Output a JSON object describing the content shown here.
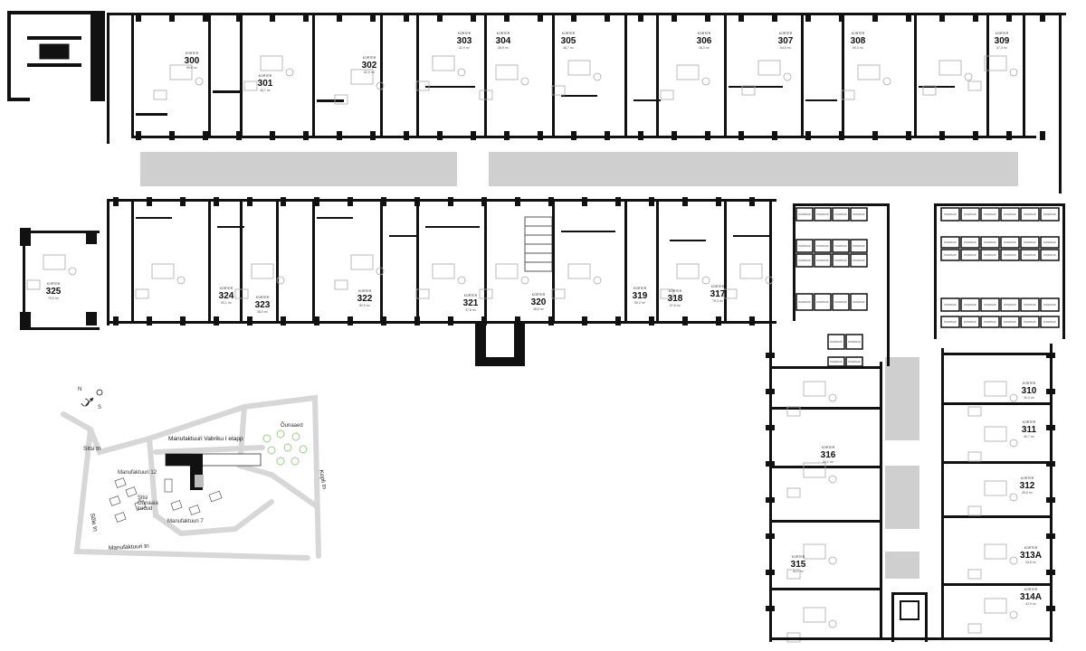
{
  "units": [
    {
      "id": "300",
      "label": "KORTER",
      "area": "59,8 m²"
    },
    {
      "id": "301",
      "label": "KORTER",
      "area": "46,7 m²"
    },
    {
      "id": "302",
      "label": "KORTER",
      "area": "82,9 m²"
    },
    {
      "id": "303",
      "label": "KORTER",
      "area": "42,9 m²"
    },
    {
      "id": "304",
      "label": "KORTER",
      "area": "38,9 m²"
    },
    {
      "id": "305",
      "label": "KORTER",
      "area": "48,7 m²"
    },
    {
      "id": "306",
      "label": "KORTER",
      "area": "48,3 m²"
    },
    {
      "id": "307",
      "label": "KORTER",
      "area": "64,6 m²"
    },
    {
      "id": "308",
      "label": "KORTER",
      "area": "60,3 m²"
    },
    {
      "id": "309",
      "label": "KORTER",
      "area": "37,3 m²"
    },
    {
      "id": "310",
      "label": "KORTER",
      "area": "40,3 m²"
    },
    {
      "id": "311",
      "label": "KORTER",
      "area": "46,7 m²"
    },
    {
      "id": "312",
      "label": "KORTER",
      "area": "39,8 m²"
    },
    {
      "id": "313A",
      "label": "KORTER",
      "area": "33,8 m²"
    },
    {
      "id": "314A",
      "label": "KORTER",
      "area": "42,9 m²"
    },
    {
      "id": "315",
      "label": "KORTER",
      "area": "54,9 m²"
    },
    {
      "id": "316",
      "label": "KORTER",
      "area": "86,1 m²"
    },
    {
      "id": "317",
      "label": "KORTER",
      "area": "75,3 m²"
    },
    {
      "id": "318",
      "label": "KORTER",
      "area": "57,6 m²"
    },
    {
      "id": "319",
      "label": "KORTER",
      "area": "59,2 m²"
    },
    {
      "id": "320",
      "label": "KORTER",
      "area": "38,6 m²"
    },
    {
      "id": "321",
      "label": "KORTER",
      "area": "37,8 m²"
    },
    {
      "id": "322",
      "label": "KORTER",
      "area": "82,9 m²"
    },
    {
      "id": "323",
      "label": "KORTER",
      "area": "38,5 m²"
    },
    {
      "id": "324",
      "label": "KORTER",
      "area": "50,1 m²"
    },
    {
      "id": "325",
      "label": "KORTER",
      "area": "79,0 m²"
    }
  ],
  "storage": {
    "label": "PANIPAIK"
  },
  "compass": {
    "north": "N",
    "south": "S"
  },
  "sitemap": {
    "title": "Manufaktuuri Vabriku I etapp",
    "streets": {
      "sitsi": "Sitsi tn",
      "kopli": "Kopli tn",
      "salme": "Sõle tn",
      "manufaktuuri": "Manufaktuuri tn"
    },
    "labels": {
      "orchard": "Õunaaed",
      "m12": "Manufaktuuri 12",
      "sitsi_oun": "Sitsi\nÕunaaia\nkodud",
      "m7": "Manufaktuuri 7"
    }
  },
  "colors": {
    "wall": "#111111",
    "corridor": "#cfcfcf",
    "map_road": "#d7d7d7",
    "building_highlight": "#111111",
    "trees": "#9ec98b"
  }
}
